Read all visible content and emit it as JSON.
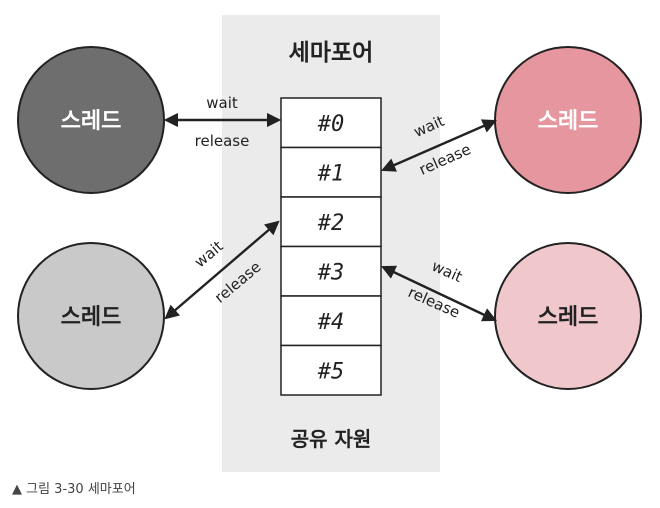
{
  "title": "세마포어",
  "shared_resource_label": "공유 자원",
  "slots": [
    "#0",
    "#1",
    "#2",
    "#3",
    "#4",
    "#5"
  ],
  "threads": [
    {
      "label": "스레드",
      "color": "#6e6e6e",
      "text_color": "#ffffff"
    },
    {
      "label": "스레드",
      "color": "#c9c9c9",
      "text_color": "#222222"
    },
    {
      "label": "스레드",
      "color": "#e6969e",
      "text_color": "#ffffff"
    },
    {
      "label": "스레드",
      "color": "#f0c8cc",
      "text_color": "#222222"
    }
  ],
  "arrows": [
    {
      "wait": "wait",
      "release": "release"
    },
    {
      "wait": "wait",
      "release": "release"
    },
    {
      "wait": "wait",
      "release": "release"
    },
    {
      "wait": "wait",
      "release": "release"
    }
  ],
  "caption": "▲ 그림 3-30 세마포어",
  "colors": {
    "panel": "#ebebeb",
    "slot_border": "#222222",
    "arrow": "#222222"
  }
}
